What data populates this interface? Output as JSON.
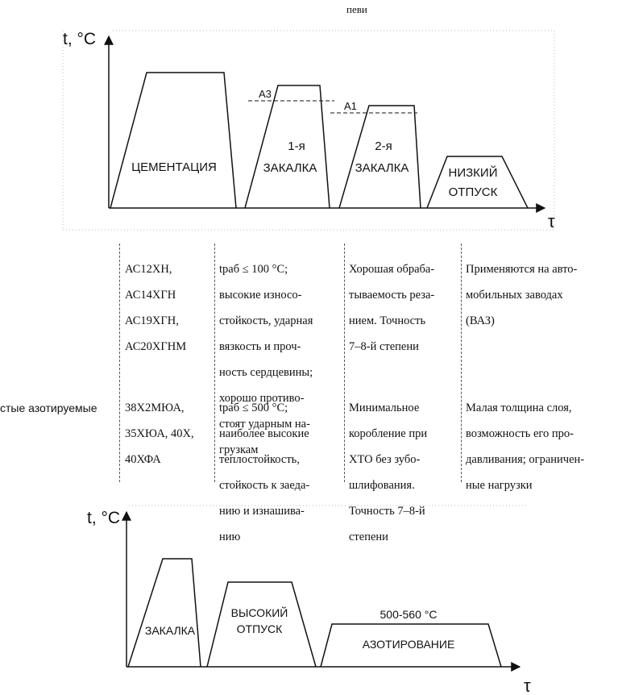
{
  "header_fragment": "певи",
  "diagram1": {
    "y_axis_label": "t, °C",
    "x_axis_label": "τ",
    "a3_label": "A3",
    "a1_label": "A1",
    "stages": [
      {
        "lines": [
          "ЦЕМЕНТАЦИЯ"
        ]
      },
      {
        "lines": [
          "1-я",
          "ЗАКАЛКА"
        ]
      },
      {
        "lines": [
          "2-я",
          "ЗАКАЛКА"
        ]
      },
      {
        "lines": [
          "НИЗКИЙ",
          "ОТПУСК"
        ]
      }
    ]
  },
  "table": {
    "rows": [
      {
        "steels": [
          "АС12ХН,",
          "АС14ХГН",
          "АС19ХГН,",
          "АС20ХГНМ"
        ],
        "properties": [
          "tраб ≤ 100 °С;",
          "высокие износо-",
          "стойкость, ударная",
          "вязкость и проч-",
          "ность сердцевины;",
          "хорошо противо-",
          "стоят ударным на-",
          "грузкам"
        ],
        "machinability": [
          "Хорошая обраба-",
          "тываемость реза-",
          "нием. Точность",
          "7–8-й степени"
        ],
        "notes": [
          "Применяются на авто-",
          "мобильных заводах",
          "(ВАЗ)"
        ]
      },
      {
        "label": "стые азотируемые",
        "steels": [
          "38Х2МЮА,",
          "35ХЮА, 40Х,",
          "40ХФА"
        ],
        "properties": [
          "tраб ≤ 500 °С;",
          "наиболее высокие",
          "теплостойкость,",
          "стойкость к заеда-",
          "нию и изнашива-",
          "нию"
        ],
        "machinability": [
          "Минимальное",
          "коробление при",
          "ХТО без зубо-",
          "шлифования.",
          "Точность 7–8-й",
          "степени"
        ],
        "notes": [
          "Малая толщина слоя,",
          "возможность его про-",
          "давливания; ограничен-",
          "ные нагрузки"
        ]
      }
    ]
  },
  "diagram2": {
    "y_axis_label": "t, °C",
    "x_axis_label": "τ",
    "temperature_label": "500-560 °С",
    "stages": [
      {
        "lines": [
          "ЗАКАЛКА"
        ]
      },
      {
        "lines": [
          "ВЫСОКИЙ",
          "ОТПУСК"
        ]
      },
      {
        "lines": [
          "АЗОТИРОВАНИЕ"
        ]
      }
    ]
  },
  "colors": {
    "line": "#111111",
    "frame": "#bbbbbb"
  }
}
